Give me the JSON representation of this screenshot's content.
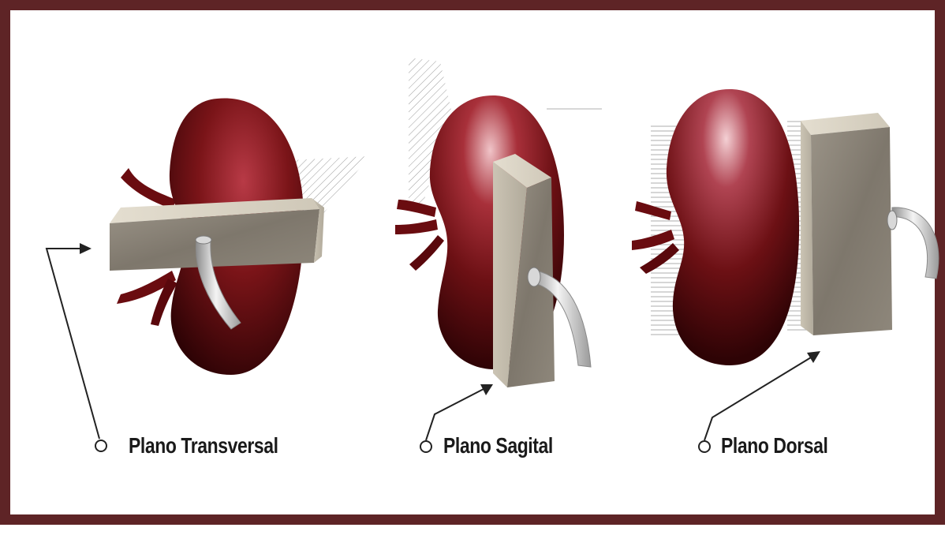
{
  "labels": {
    "transversal": "Plano Transversal",
    "sagital": "Plano Sagital",
    "dorsal": "Plano Dorsal"
  },
  "colors": {
    "frame": "#5e2426",
    "kidney": "#7a1418",
    "kidney_dark": "#3a0508",
    "kidney_highlight": "#e8b0b4",
    "block": "#8f877c",
    "block_light": "#d8d2c4",
    "ureter": "#e6e6e6",
    "line": "#222222"
  }
}
